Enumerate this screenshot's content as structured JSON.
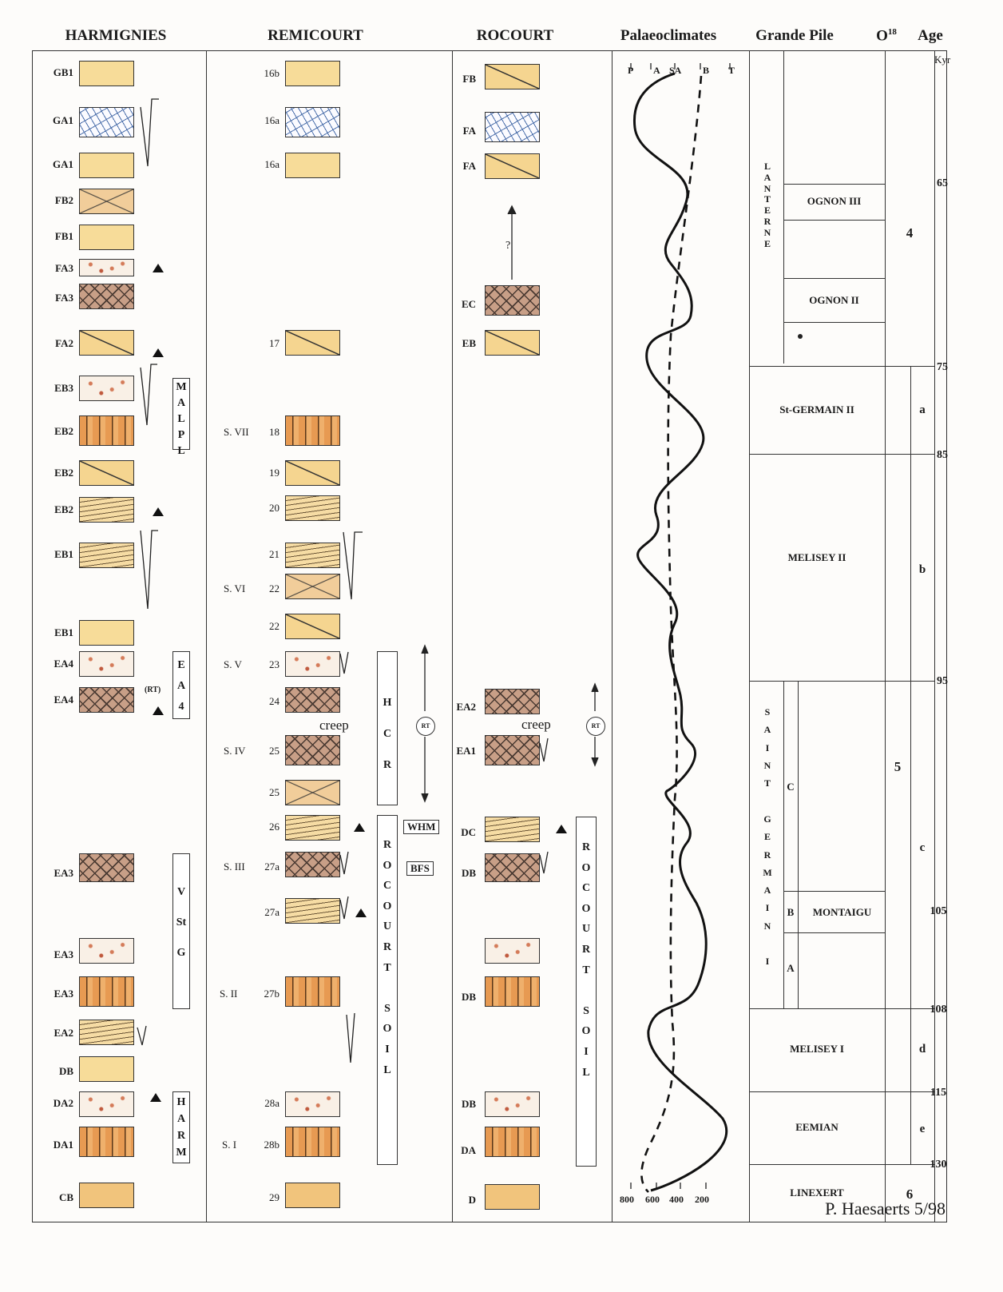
{
  "headers": {
    "harmignies": "HARMIGNIES",
    "remicourt": "REMICOURT",
    "rocourt": "ROCOURT",
    "palaeo": "Palaeoclimates",
    "grande_pile": "Grande Pile",
    "o18": "O",
    "o18_sup": "18",
    "age": "Age"
  },
  "harmignies_labels": [
    "GB1",
    "GA1",
    "GA1",
    "FB2",
    "FB1",
    "FA3",
    "FA3",
    "FA2",
    "EB3",
    "EB2",
    "EB2",
    "EB2",
    "EB1",
    "EB1",
    "EA4",
    "EA4",
    "EA3",
    "EA3",
    "EA3",
    "EA2",
    "DB",
    "DA2",
    "DA1",
    "CB"
  ],
  "harmignies_groups": {
    "malpl": "MALPL",
    "ea4": "EA4",
    "vstg": [
      "V",
      "St",
      "G"
    ],
    "harm": "HARM",
    "rt": "(RT)"
  },
  "remicourt_labels": [
    "16b",
    "16a",
    "16a",
    "17",
    "18",
    "19",
    "20",
    "21",
    "22",
    "22",
    "23",
    "24",
    "25",
    "25",
    "26",
    "27a",
    "27a",
    "27b",
    "28a",
    "28b",
    "29"
  ],
  "remicourt_soils": [
    "S. VII",
    "S. VI",
    "S. V",
    "S. IV",
    "S. III",
    "S. II",
    "S. I"
  ],
  "remicourt_groups": {
    "hcr": "HCR",
    "rocourt_soil": "ROCOURT SOIL",
    "whm": "WHM",
    "bfs": "BFS",
    "creep": "creep",
    "rt": "RT"
  },
  "rocourt_labels": [
    "FB",
    "FA",
    "FA",
    "EC",
    "EB",
    "EA2",
    "EA1",
    "DC",
    "DB",
    "DB",
    "DB",
    "DA",
    "D"
  ],
  "rocourt_groups": {
    "rocourt_soil": "ROCOURT SOIL",
    "creep": "creep",
    "rt": "RT",
    "q": "?"
  },
  "palaeo_top_axis": [
    "P",
    "A",
    "SA",
    "B",
    "T"
  ],
  "palaeo_bottom_axis": [
    "800",
    "600",
    "400",
    "200"
  ],
  "grande_pile": {
    "lanterne": "LANTERNE",
    "ognon3": "OGNON III",
    "ognon2": "OGNON II",
    "stg2": "St-GERMAIN II",
    "mel2": "MELISEY II",
    "saint_germain": "SAINT GERMAIN I",
    "c": "C",
    "b": "B",
    "a": "A",
    "montaigu": "MONTAIGU",
    "mel1": "MELISEY I",
    "eemian": "EEMIAN",
    "linexert": "LINEXERT"
  },
  "o18": {
    "stage4": "4",
    "stage5": "5",
    "stage6": "6",
    "sub": [
      "a",
      "b",
      "c",
      "d",
      "e"
    ]
  },
  "ages": [
    "Kyr",
    "65",
    "75",
    "85",
    "95",
    "105",
    "108",
    "115",
    "130"
  ],
  "signature": "P. Haesaerts 5/98"
}
